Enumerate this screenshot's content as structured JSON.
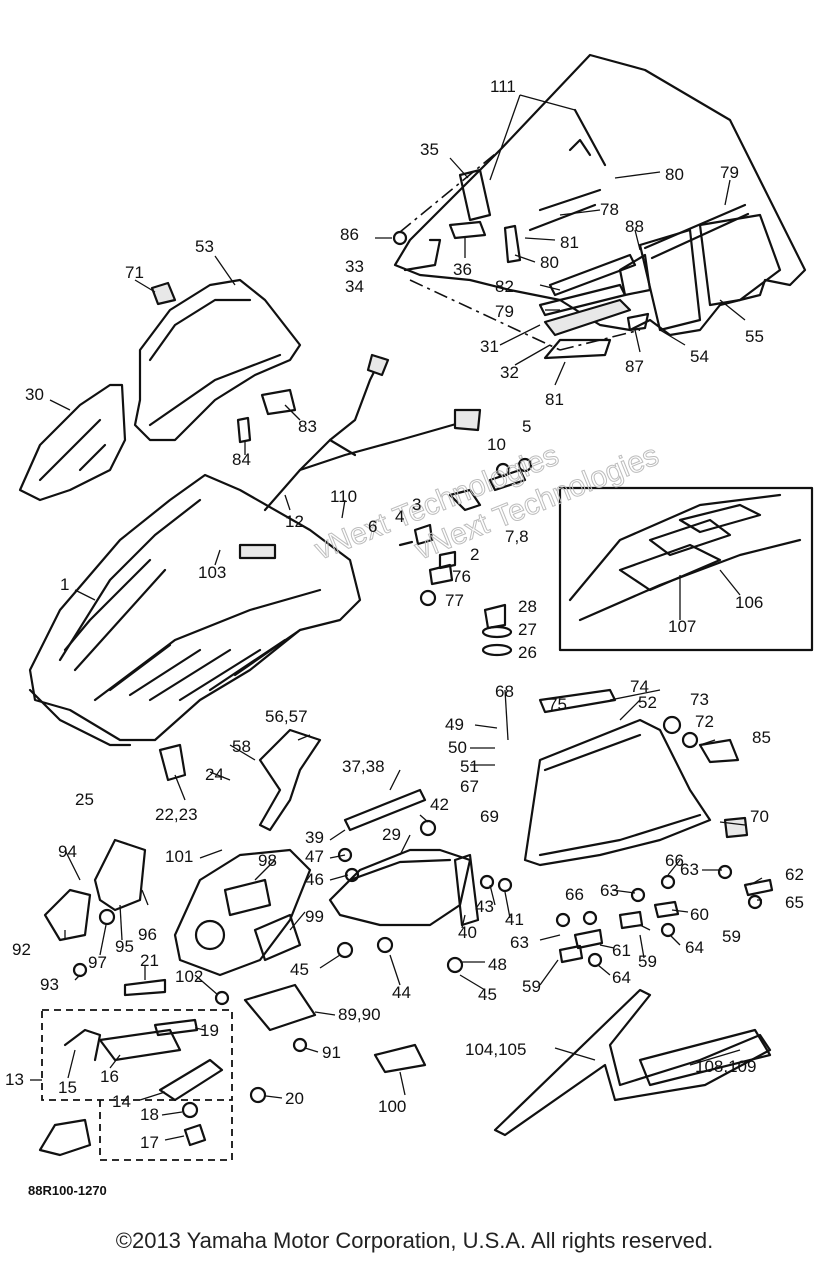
{
  "diagram": {
    "drawing_code": "88R100-1270",
    "watermarks": [
      "vNext Technologies",
      "vNext Technologies"
    ],
    "callouts": [
      "111",
      "35",
      "80",
      "79",
      "86",
      "78",
      "88",
      "33",
      "36",
      "81",
      "80",
      "34",
      "82",
      "79",
      "55",
      "31",
      "54",
      "32",
      "87",
      "81",
      "53",
      "71",
      "30",
      "83",
      "84",
      "5",
      "10",
      "12",
      "110",
      "3",
      "4",
      "6",
      "2",
      "7,8",
      "76",
      "77",
      "103",
      "1",
      "106",
      "107",
      "28",
      "27",
      "26",
      "68",
      "75",
      "74",
      "52",
      "73",
      "72",
      "85",
      "56,57",
      "49",
      "50",
      "51",
      "67",
      "58",
      "37,38",
      "69",
      "25",
      "24",
      "22,23",
      "42",
      "39",
      "70",
      "47",
      "46",
      "29",
      "101",
      "98",
      "94",
      "66",
      "63",
      "62",
      "96",
      "43",
      "41",
      "66",
      "63",
      "65",
      "60",
      "92",
      "95",
      "97",
      "99",
      "40",
      "59",
      "63",
      "61",
      "64",
      "59",
      "45",
      "48",
      "93",
      "45",
      "44",
      "59",
      "64",
      "21",
      "102",
      "89,90",
      "19",
      "13",
      "15",
      "16",
      "91",
      "104,105",
      "108,109",
      "14",
      "20",
      "18",
      "100",
      "17"
    ]
  },
  "footer": {
    "copyright": "©2013 Yamaha Motor Corporation, U.S.A. All rights reserved."
  }
}
